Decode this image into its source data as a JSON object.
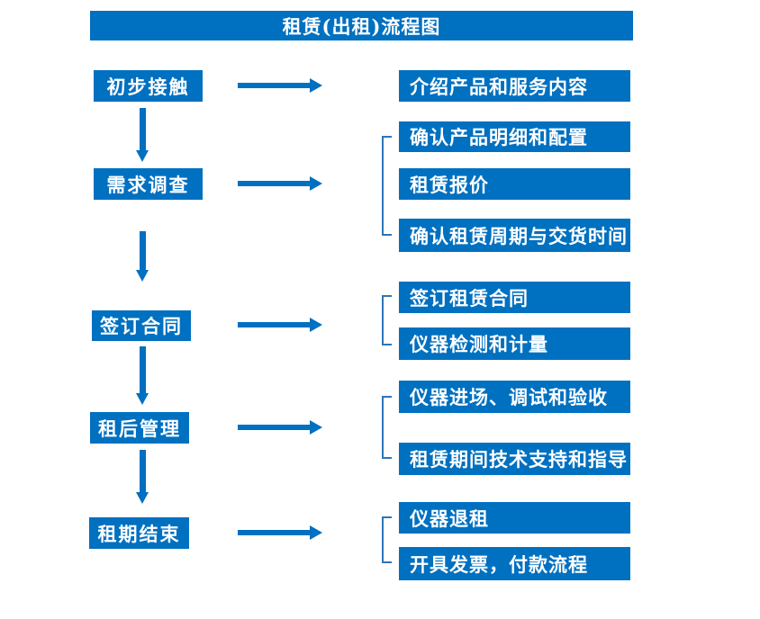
{
  "title": "租赁(出租)流程图",
  "colors": {
    "primary": "#0070C0",
    "bracket": "#2E75B6",
    "box-text": "#FFFFFF",
    "bg": "#FFFFFF"
  },
  "steps": [
    {
      "label": "初步接触",
      "details": [
        "介绍产品和服务内容"
      ]
    },
    {
      "label": "需求调查",
      "details": [
        "确认产品明细和配置",
        "租赁报价",
        "确认租赁周期与交货时间"
      ]
    },
    {
      "label": "签订合同",
      "details": [
        "签订租赁合同",
        "仪器检测和计量"
      ]
    },
    {
      "label": "租后管理",
      "details": [
        "仪器进场、调试和验收",
        "租赁期间技术支持和指导"
      ]
    },
    {
      "label": "租期结束",
      "details": [
        "仪器退租",
        "开具发票，付款流程"
      ]
    }
  ]
}
